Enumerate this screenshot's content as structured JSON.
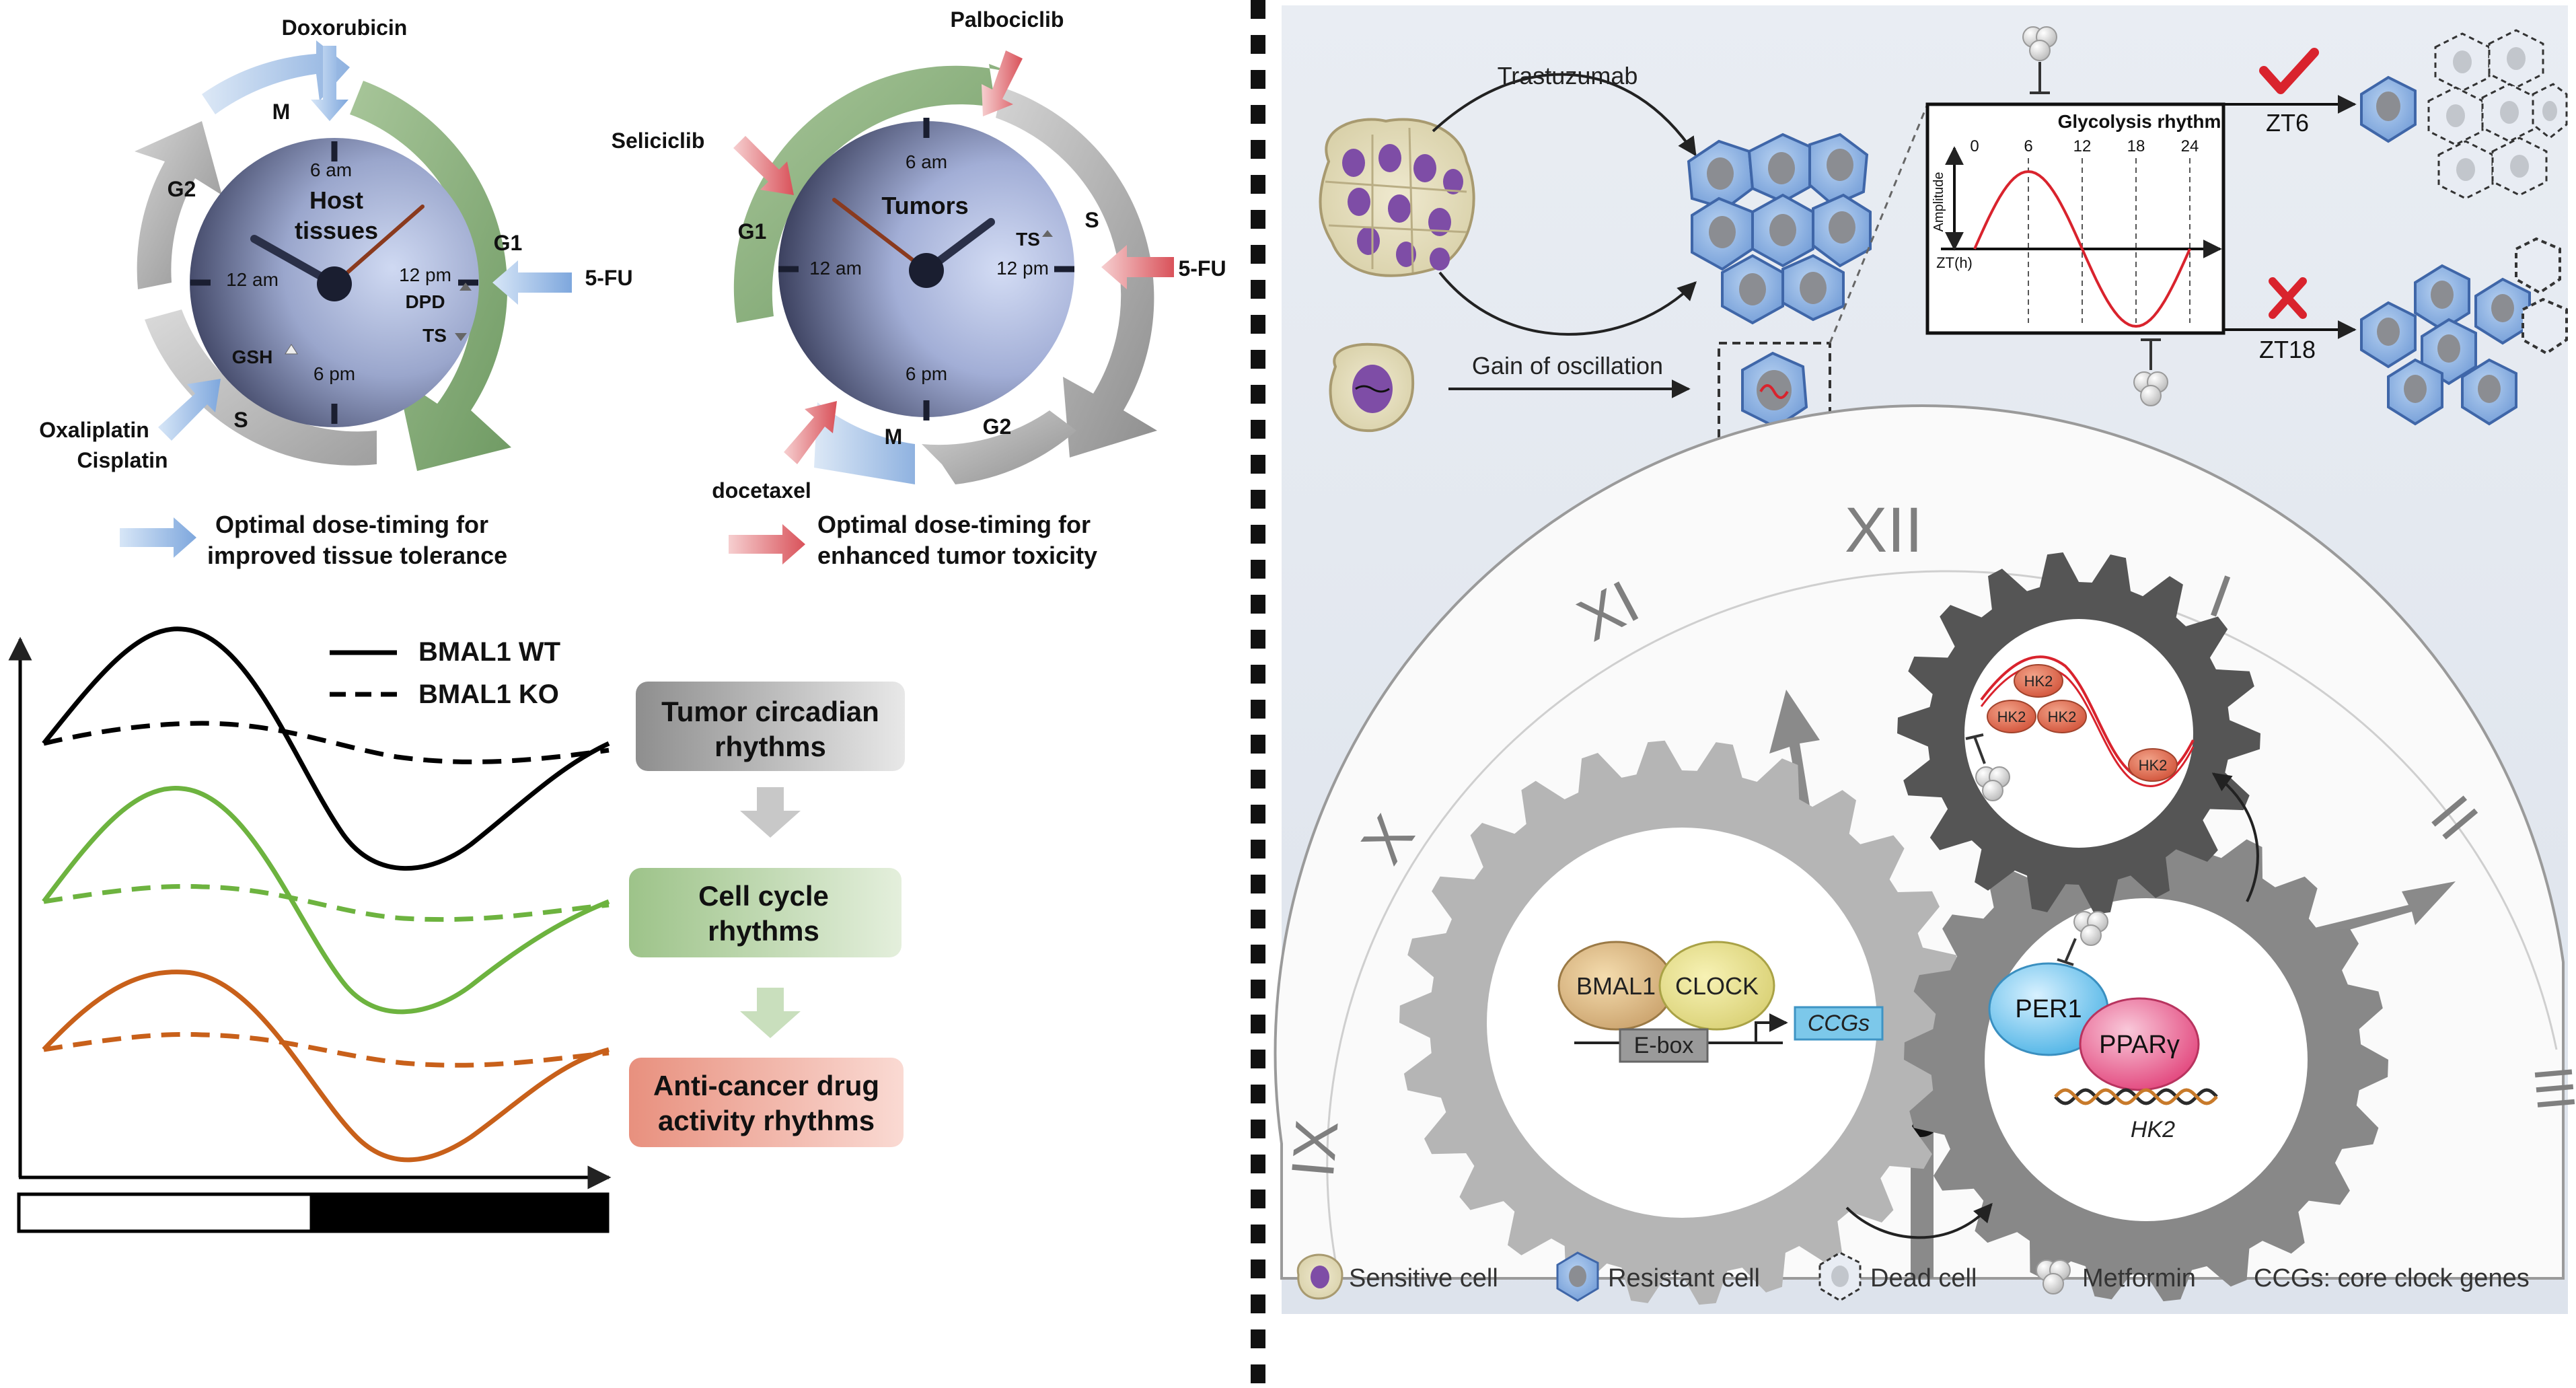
{
  "left_top": {
    "host": {
      "drug_top": "Doxorubicin",
      "drug_right": "5-FU",
      "drug_bottom_1": "Oxaliplatin",
      "drug_bottom_2": "Cisplatin",
      "phase_m": "M",
      "phase_g1": "G1",
      "phase_s": "S",
      "phase_g2": "G2",
      "center_1": "Host",
      "center_2": "tissues",
      "t6am": "6 am",
      "t12am": "12 am",
      "t12pm": "12 pm",
      "t6pm": "6 pm",
      "dpd": "DPD",
      "ts": "TS",
      "gsh": "GSH"
    },
    "tumor": {
      "drug_top": "Palbociclib",
      "drug_left": "Seliciclib",
      "drug_right": "5-FU",
      "drug_bottom": "docetaxel",
      "phase_m": "M",
      "phase_g1": "G1",
      "phase_s": "S",
      "phase_g2": "G2",
      "center": "Tumors",
      "t6am": "6 am",
      "t12am": "12 am",
      "t12pm": "12 pm",
      "t6pm": "6 pm",
      "ts": "TS"
    },
    "legend_blue_1": "Optimal dose-timing for",
    "legend_blue_2": "improved tissue tolerance",
    "legend_red_1": "Optimal dose-timing for",
    "legend_red_2": "enhanced tumor toxicity"
  },
  "left_bottom": {
    "legend_wt": "BMAL1 WT",
    "legend_ko": "BMAL1 KO",
    "box1_1": "Tumor circadian",
    "box1_2": "rhythms",
    "box2_1": "Cell cycle",
    "box2_2": "rhythms",
    "box3_1": "Anti-cancer drug",
    "box3_2": "activity rhythms",
    "colors": {
      "wt": "#000000",
      "green": "#6db33f",
      "orange": "#c8601a"
    }
  },
  "right": {
    "trastuzumab": "Trastuzumab",
    "gain": "Gain of oscillation",
    "glycolysis_title": "Glycolysis rhythm",
    "ticks": [
      "0",
      "6",
      "12",
      "18",
      "24"
    ],
    "amplitude": "Amplitude",
    "zt_h": "ZT(h)",
    "zt6": "ZT6",
    "zt18": "ZT18",
    "numerals": {
      "xii": "XII",
      "xi": "XI",
      "i": "I",
      "x": "X",
      "ii": "II",
      "ix": "IX",
      "iii": "III"
    },
    "bmal1": "BMAL1",
    "clock": "CLOCK",
    "ebox": "E-box",
    "ccgs": "CCGs",
    "per1": "PER1",
    "ppar": "PPARγ",
    "hk2_gene": "HK2",
    "hk2": "HK2",
    "legend": {
      "sensitive": "Sensitive cell",
      "resistant": "Resistant cell",
      "dead": "Dead cell",
      "metformin": "Metformin",
      "ccgs_def": "CCGs: core clock genes"
    }
  }
}
